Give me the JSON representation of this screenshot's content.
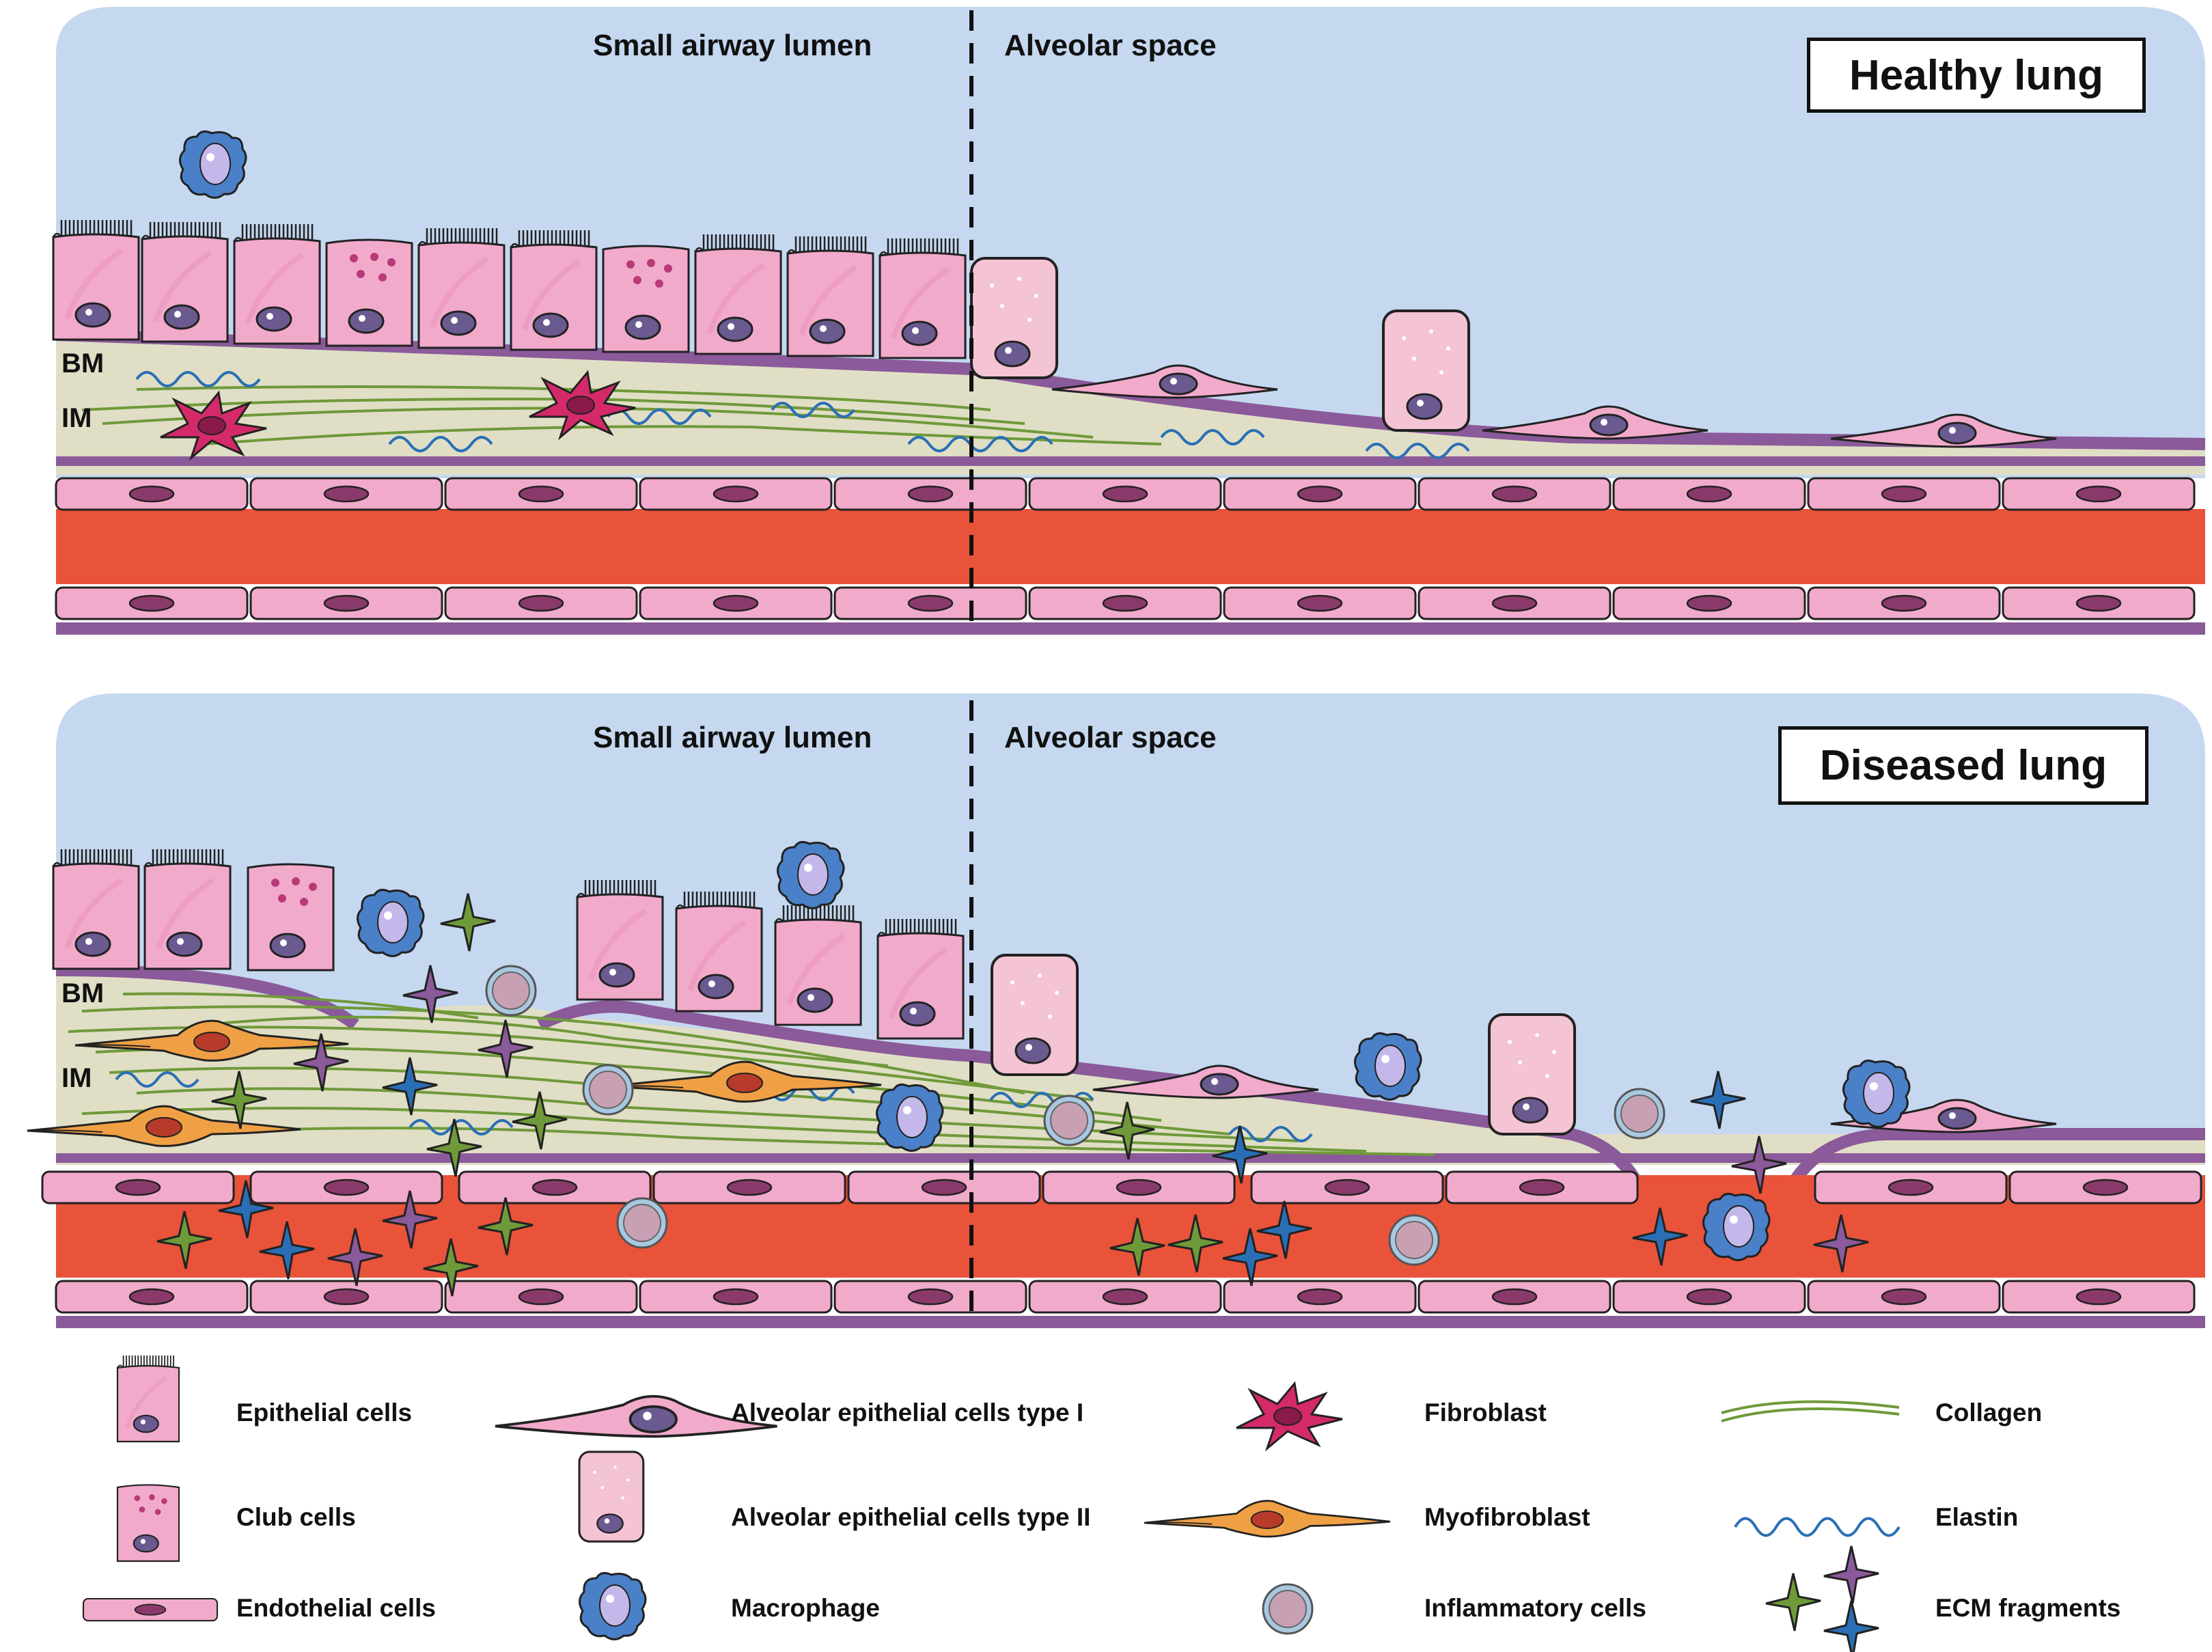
{
  "healthy": {
    "title": "Healthy lung",
    "airway_label": "Small airway lumen",
    "alveolar_label": "Alveolar space",
    "bm_label": "BM",
    "im_label": "IM"
  },
  "diseased": {
    "title": "Diseased lung",
    "airway_label": "Small airway lumen",
    "alveolar_label": "Alveolar space",
    "bm_label": "BM",
    "im_label": "IM"
  },
  "legend": {
    "epithelial": "Epithelial cells",
    "club": "Club cells",
    "endothelial": "Endothelial cells",
    "at1": "Alveolar epithelial cells type I",
    "at2": "Alveolar epithelial cells type II",
    "macrophage": "Macrophage",
    "fibroblast": "Fibroblast",
    "myofibroblast": "Myofibroblast",
    "inflammatory": "Inflammatory cells",
    "collagen": "Collagen",
    "elastin": "Elastin",
    "ecm": "ECM fragments"
  },
  "colors": {
    "lumen": "#c5d8f0",
    "vessel": "#e8533a",
    "epithelium": "#f2aacb",
    "membrane": "#8b5a9a",
    "interstitium": "#e0dfc6",
    "collagen": "#6f9a3a",
    "elastin": "#2a6fb5",
    "nucleus": "#6a5a8f",
    "fibroblast": "#d42a6a",
    "myofibroblast": "#e8892f",
    "macrophage": "#4a80c8"
  }
}
